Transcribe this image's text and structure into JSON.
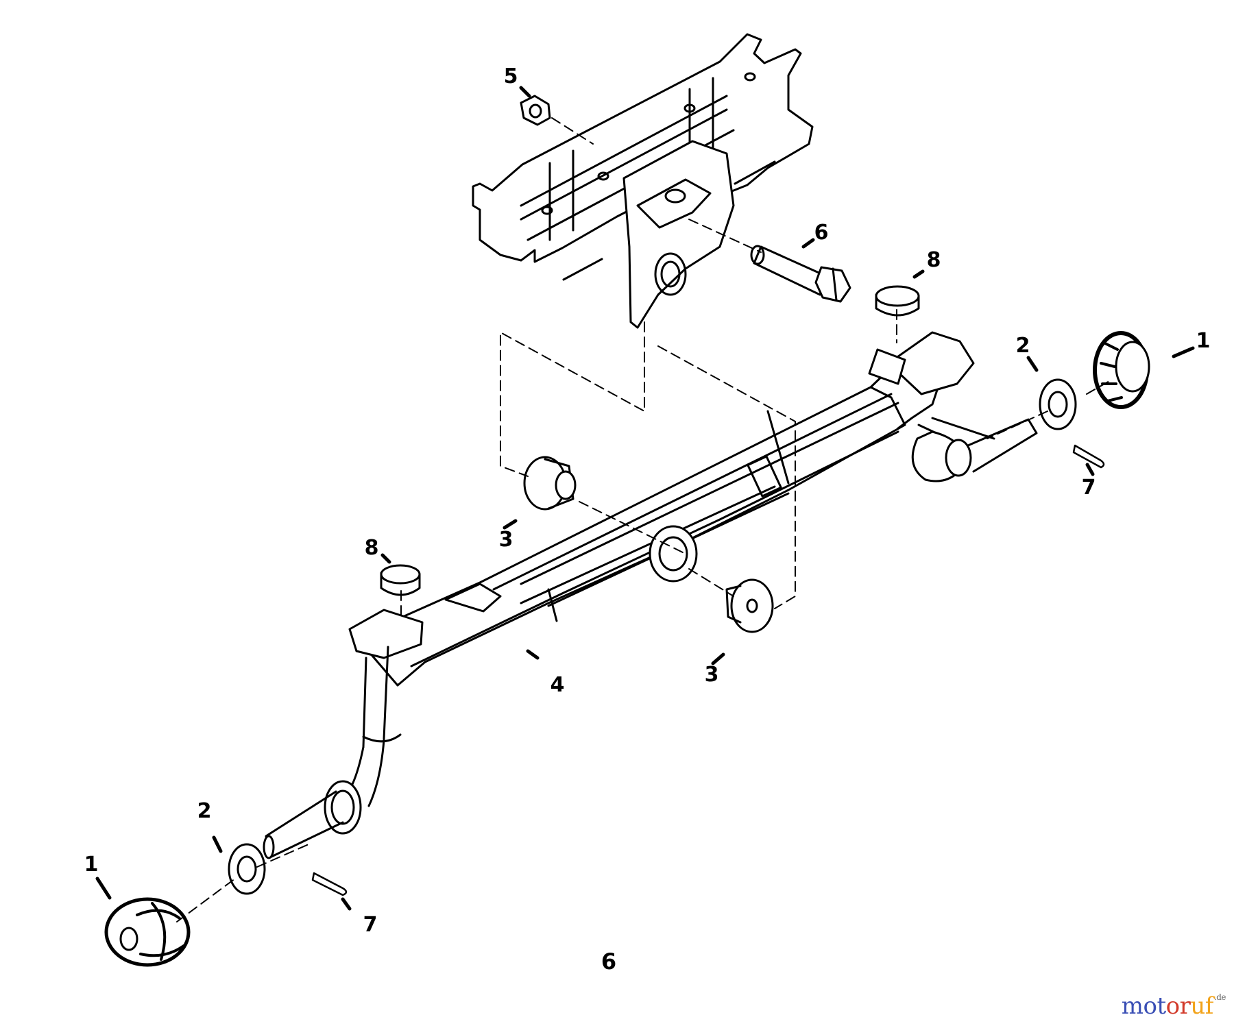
{
  "diagram": {
    "callouts": [
      {
        "id": "c1-right",
        "label": "1"
      },
      {
        "id": "c1-left",
        "label": "1"
      },
      {
        "id": "c2-right",
        "label": "2"
      },
      {
        "id": "c2-left",
        "label": "2"
      },
      {
        "id": "c3-upper",
        "label": "3"
      },
      {
        "id": "c3-lower",
        "label": "3"
      },
      {
        "id": "c4",
        "label": "4"
      },
      {
        "id": "c5",
        "label": "5"
      },
      {
        "id": "c6",
        "label": "6"
      },
      {
        "id": "c7-right",
        "label": "7"
      },
      {
        "id": "c7-left",
        "label": "7"
      },
      {
        "id": "c8-right",
        "label": "8"
      },
      {
        "id": "c8-left",
        "label": "8"
      }
    ],
    "figure_number": "6"
  },
  "watermark": {
    "parts": [
      {
        "text": "mot",
        "color": "#3a4fb5"
      },
      {
        "text": "or",
        "color": "#d23a2a"
      },
      {
        "text": "uf",
        "color": "#f2a31a"
      }
    ],
    "suffix": ".de"
  },
  "colors": {
    "ink": "#000000",
    "paper": "#ffffff"
  }
}
